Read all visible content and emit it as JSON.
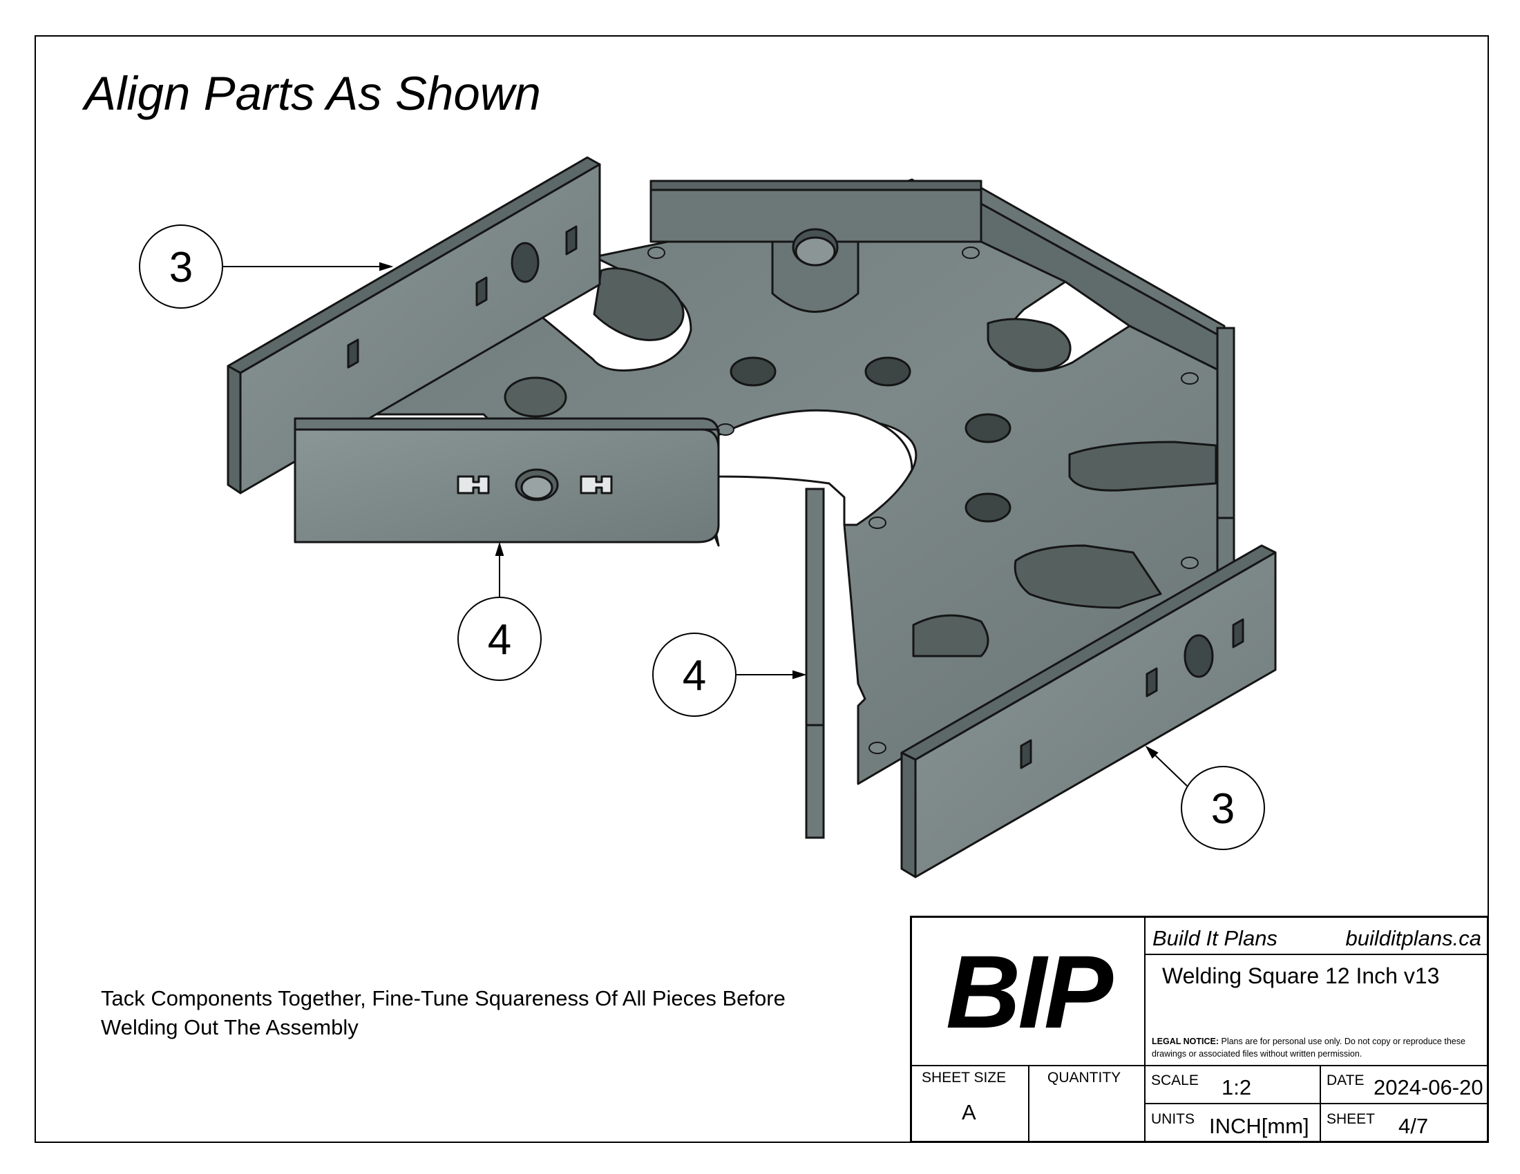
{
  "sheet_title": "Align Parts As Shown",
  "callouts": [
    {
      "id": "callout-3-left",
      "label": "3"
    },
    {
      "id": "callout-4-left",
      "label": "4"
    },
    {
      "id": "callout-4-middle",
      "label": "4"
    },
    {
      "id": "callout-3-right",
      "label": "3"
    }
  ],
  "instructions": {
    "line1": "Tack Components Together, Fine-Tune Squareness Of All Pieces Before",
    "line2": "Welding Out The Assembly"
  },
  "title_block": {
    "logo_text": "BIP",
    "company": "Build It Plans",
    "website": "builditplans.ca",
    "project_name": "Welding Square 12 Inch v13",
    "legal_label": "LEGAL NOTICE:",
    "legal_text": "Plans are for personal use only. Do not copy or reproduce these drawings or associated files without written permission.",
    "sheet_size_label": "SHEET SIZE",
    "sheet_size_value": "A",
    "quantity_label": "QUANTITY",
    "quantity_value": "",
    "scale_label": "SCALE",
    "scale_value": "1:2",
    "date_label": "DATE",
    "date_value": "2024-06-20",
    "units_label": "UNITS",
    "units_value": "INCH[mm]",
    "sheet_label": "SHEET",
    "sheet_value": "4/7"
  },
  "colors": {
    "part_face": "#7a8585",
    "part_side": "#5f6a6a",
    "part_edge": "#1a1a1a"
  }
}
